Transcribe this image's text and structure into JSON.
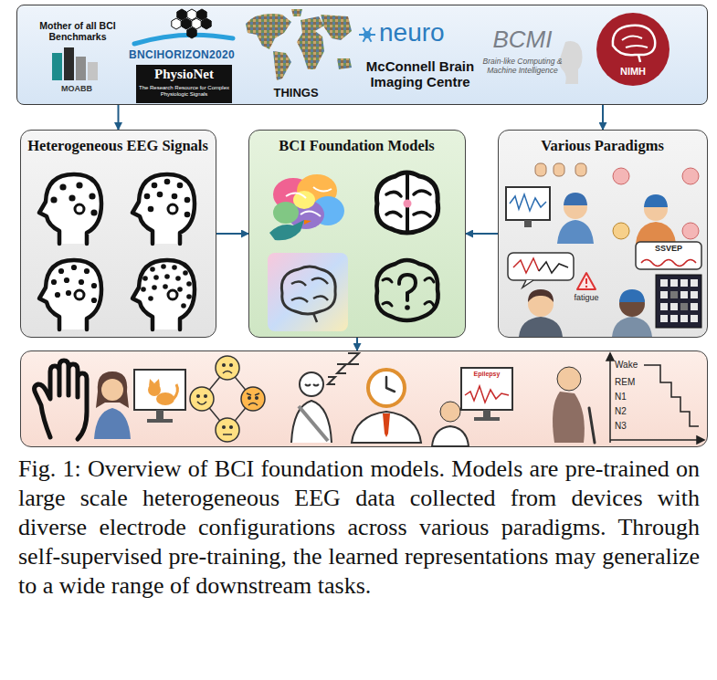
{
  "diagram": {
    "nodes": [
      {
        "text": [
          "Mother of all BCI Benchmarks",
          "MOABB",
          "BNCIHORIZON2020",
          "PhysioNet",
          "The Research Resource for Complex Physiologic Signals",
          "THINGS",
          "neuro",
          "McConnell Brain Imaging Centre",
          "BCMI",
          "Brain-like Computing & Machine Intelligence",
          "NIMH"
        ]
      },
      {
        "text": [
          "Heterogeneous EEG Signals"
        ]
      },
      {
        "text": [
          "BCI Foundation Models"
        ]
      },
      {
        "text": [
          "Various Paradigms",
          "SSVEP",
          "fatigue"
        ]
      },
      {
        "text": [
          "Epilepsy",
          "Wake",
          "REM",
          "N1",
          "N2",
          "N3"
        ]
      }
    ],
    "edges": [
      {
        "from": 0,
        "to": 1,
        "arrow": "to"
      },
      {
        "from": 0,
        "to": 3,
        "arrow": "to"
      },
      {
        "from": 1,
        "to": 2,
        "arrow": "to"
      },
      {
        "from": 3,
        "to": 2,
        "arrow": "to"
      },
      {
        "from": 2,
        "to": 4,
        "arrow": "to"
      }
    ],
    "caption": "Fig. 1: Overview of BCI foundation models. Models are pre-trained on large scale heterogeneous EEG data collected from devices with diverse electrode configurations across various paradigms. Through self-supervised pre-training, the learned representations may generalize to a wide range of downstream tasks."
  }
}
